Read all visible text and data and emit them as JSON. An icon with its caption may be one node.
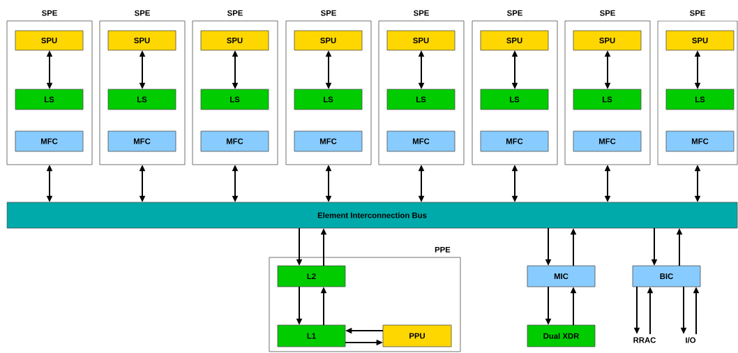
{
  "diagram": {
    "nodes": [
      {
        "text": [
          "SPE"
        ]
      },
      {
        "text": [
          "SPU"
        ],
        "in": 0
      },
      {
        "text": [
          "LS"
        ],
        "in": 0
      },
      {
        "text": [
          "MFC"
        ],
        "in": 0
      },
      {
        "text": [
          "SPE"
        ]
      },
      {
        "text": [
          "SPU"
        ],
        "in": 4
      },
      {
        "text": [
          "LS"
        ],
        "in": 4
      },
      {
        "text": [
          "MFC"
        ],
        "in": 4
      },
      {
        "text": [
          "SPE"
        ]
      },
      {
        "text": [
          "SPU"
        ],
        "in": 8
      },
      {
        "text": [
          "LS"
        ],
        "in": 8
      },
      {
        "text": [
          "MFC"
        ],
        "in": 8
      },
      {
        "text": [
          "SPE"
        ]
      },
      {
        "text": [
          "SPU"
        ],
        "in": 12
      },
      {
        "text": [
          "LS"
        ],
        "in": 12
      },
      {
        "text": [
          "MFC"
        ],
        "in": 12
      },
      {
        "text": [
          "SPE"
        ]
      },
      {
        "text": [
          "SPU"
        ],
        "in": 16
      },
      {
        "text": [
          "LS"
        ],
        "in": 16
      },
      {
        "text": [
          "MFC"
        ],
        "in": 16
      },
      {
        "text": [
          "SPE"
        ]
      },
      {
        "text": [
          "SPU"
        ],
        "in": 20
      },
      {
        "text": [
          "LS"
        ],
        "in": 20
      },
      {
        "text": [
          "MFC"
        ],
        "in": 20
      },
      {
        "text": [
          "SPE"
        ]
      },
      {
        "text": [
          "SPU"
        ],
        "in": 24
      },
      {
        "text": [
          "LS"
        ],
        "in": 24
      },
      {
        "text": [
          "MFC"
        ],
        "in": 24
      },
      {
        "text": [
          "SPE"
        ]
      },
      {
        "text": [
          "SPU"
        ],
        "in": 28
      },
      {
        "text": [
          "LS"
        ],
        "in": 28
      },
      {
        "text": [
          "MFC"
        ],
        "in": 28
      },
      {
        "text": [
          "Element Interconnection Bus"
        ]
      },
      {
        "text": [
          "PPE"
        ]
      },
      {
        "text": [
          "L2"
        ],
        "in": 33
      },
      {
        "text": [
          "L1"
        ],
        "in": 33
      },
      {
        "text": [
          "PPU"
        ],
        "in": 33
      },
      {
        "text": [
          "MIC"
        ]
      },
      {
        "text": [
          "Dual XDR"
        ]
      },
      {
        "text": [
          "BIC"
        ]
      },
      {
        "text": [
          "RRAC"
        ]
      },
      {
        "text": [
          "I/O"
        ]
      }
    ],
    "edges": [
      {
        "from": 1,
        "to": 2,
        "arrow": "both"
      },
      {
        "from": 0,
        "to": 32,
        "arrow": "both"
      },
      {
        "from": 5,
        "to": 6,
        "arrow": "both"
      },
      {
        "from": 4,
        "to": 32,
        "arrow": "both"
      },
      {
        "from": 9,
        "to": 10,
        "arrow": "both"
      },
      {
        "from": 8,
        "to": 32,
        "arrow": "both"
      },
      {
        "from": 13,
        "to": 14,
        "arrow": "both"
      },
      {
        "from": 12,
        "to": 32,
        "arrow": "both"
      },
      {
        "from": 17,
        "to": 18,
        "arrow": "both"
      },
      {
        "from": 16,
        "to": 32,
        "arrow": "both"
      },
      {
        "from": 21,
        "to": 22,
        "arrow": "both"
      },
      {
        "from": 20,
        "to": 32,
        "arrow": "both"
      },
      {
        "from": 25,
        "to": 26,
        "arrow": "both"
      },
      {
        "from": 24,
        "to": 32,
        "arrow": "both"
      },
      {
        "from": 29,
        "to": 30,
        "arrow": "both"
      },
      {
        "from": 28,
        "to": 32,
        "arrow": "both"
      },
      {
        "from": 32,
        "to": 34,
        "arrow": "to"
      },
      {
        "from": 34,
        "to": 32,
        "arrow": "to"
      },
      {
        "from": 34,
        "to": 35,
        "arrow": "to"
      },
      {
        "from": 35,
        "to": 34,
        "arrow": "to"
      },
      {
        "from": 36,
        "to": 35,
        "arrow": "to"
      },
      {
        "from": 35,
        "to": 36,
        "arrow": "to"
      },
      {
        "from": 32,
        "to": 37,
        "arrow": "to"
      },
      {
        "from": 37,
        "to": 32,
        "arrow": "to"
      },
      {
        "from": 37,
        "to": 38,
        "arrow": "to"
      },
      {
        "from": 38,
        "to": 37,
        "arrow": "to"
      },
      {
        "from": 32,
        "to": 39,
        "arrow": "to"
      },
      {
        "from": 39,
        "to": 32,
        "arrow": "to"
      },
      {
        "from": 39,
        "to": 40,
        "arrow": "to"
      },
      {
        "from": 40,
        "to": 39,
        "arrow": "to"
      },
      {
        "from": 39,
        "to": 41,
        "arrow": "to"
      },
      {
        "from": 41,
        "to": 39,
        "arrow": "to"
      }
    ]
  }
}
